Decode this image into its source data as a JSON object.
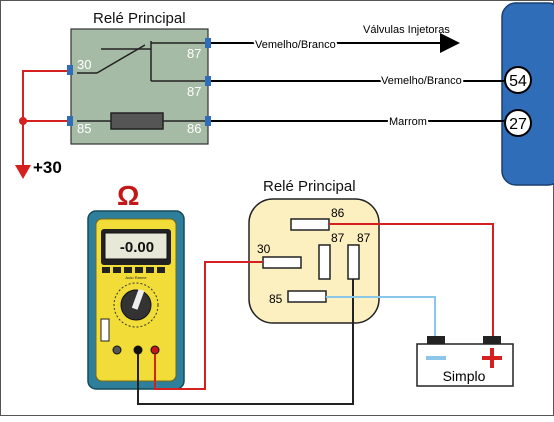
{
  "relay_top": {
    "title": "Relé Principal",
    "pins": {
      "p30": "30",
      "p87a": "87",
      "p87b": "87",
      "p85": "85",
      "p86": "86"
    }
  },
  "wires": {
    "w1": "Vemelho/Branco",
    "arrow_label": "Válvulas Injetoras",
    "w2": "Vemelho/Branco",
    "w3": "Marrom"
  },
  "ecu_pins": {
    "a": "54",
    "b": "27"
  },
  "supply": "+30",
  "relay_bottom": {
    "title": "Relé Principal",
    "pins": {
      "p86": "86",
      "p30": "30",
      "p87a": "87",
      "p87b": "87",
      "p85": "85"
    }
  },
  "meter": {
    "omega": "Ω",
    "display": "-0.00",
    "brand": "Auto Ranne"
  },
  "battery": {
    "label": "Simplo",
    "minus": "−",
    "plus": "+"
  },
  "colors": {
    "relay_body": "#a6bba6",
    "ecu_blue": "#2f6db8",
    "wire_red": "#d62020",
    "wire_blue": "#8ac7e8",
    "meter_yellow": "#f2dc38",
    "meter_case": "#2d7f9c",
    "socket": "#fdf0c0"
  }
}
